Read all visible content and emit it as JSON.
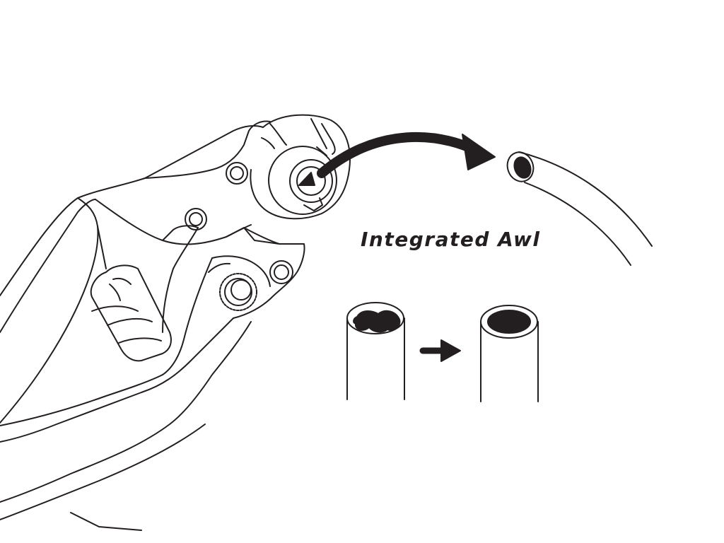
{
  "caption": "Integrated Awl",
  "colors": {
    "ink": "#231f20",
    "background": "#ffffff"
  },
  "parts": {
    "tool": "cable-cutter-pliers",
    "tool_feature": "awl-tip",
    "result": "opened-cable-housing",
    "before": "crushed-housing-end",
    "after": "round-housing-end",
    "transition": "arrow-right"
  }
}
